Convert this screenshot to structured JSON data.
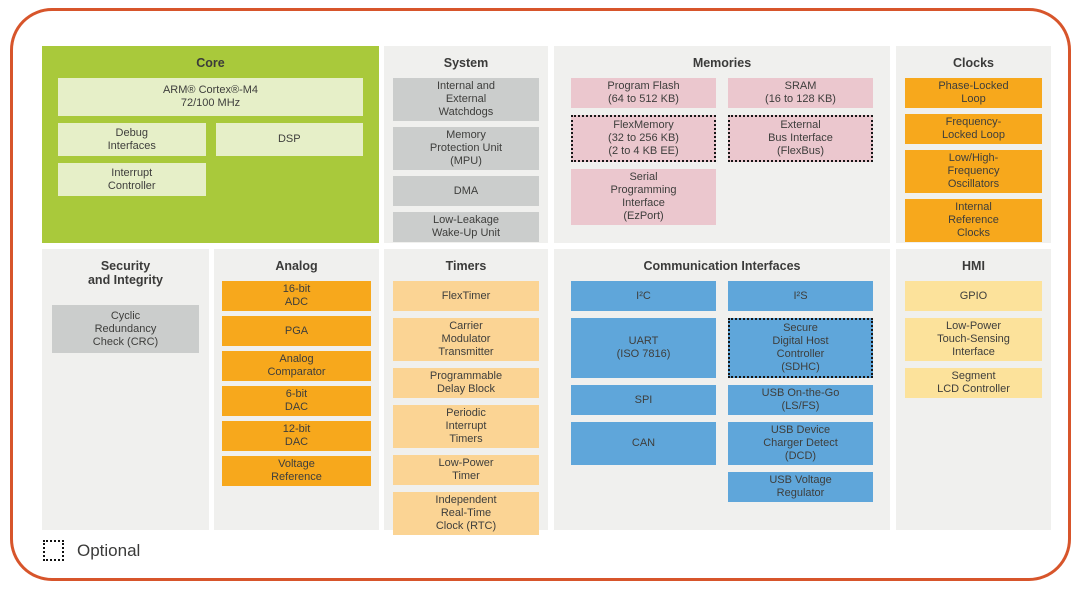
{
  "legend": {
    "label": "Optional"
  },
  "colors": {
    "frame_border": "#d7552b",
    "panel_background": "#f0f0ee",
    "core_panel": "#a9c93b",
    "core_block": "#e6efc8",
    "system_block": "#cbcdcc",
    "memories_block": "#ebc7ce",
    "clocks_block": "#f7a81c",
    "analog_block": "#f7a81c",
    "timers_block": "#fbd494",
    "communication_block": "#5fa6da",
    "hmi_block": "#fce29b",
    "security_block": "#cbcdcc",
    "text": "#3e3e3c"
  },
  "sections": {
    "core": {
      "title": "Core",
      "blocks": [
        {
          "label": "ARM® Cortex®-M4\n72/100 MHz"
        },
        {
          "label": "Debug\nInterfaces"
        },
        {
          "label": "DSP"
        },
        {
          "label": "Interrupt\nController"
        }
      ]
    },
    "system": {
      "title": "System",
      "blocks": [
        {
          "label": "Internal and\nExternal\nWatchdogs"
        },
        {
          "label": "Memory\nProtection Unit\n(MPU)"
        },
        {
          "label": "DMA"
        },
        {
          "label": "Low-Leakage\nWake-Up Unit"
        }
      ]
    },
    "memories": {
      "title": "Memories",
      "blocks": [
        {
          "label": "Program Flash\n(64 to 512 KB)"
        },
        {
          "label": "SRAM\n(16 to 128 KB)"
        },
        {
          "label": "FlexMemory\n(32 to 256 KB)\n(2 to 4 KB EE)",
          "optional": true
        },
        {
          "label": "External\nBus Interface\n(FlexBus)",
          "optional": true
        },
        {
          "label": "Serial\nProgramming\nInterface\n(EzPort)"
        }
      ]
    },
    "clocks": {
      "title": "Clocks",
      "blocks": [
        {
          "label": "Phase-Locked\nLoop"
        },
        {
          "label": "Frequency-\nLocked Loop"
        },
        {
          "label": "Low/High-\nFrequency\nOscillators"
        },
        {
          "label": "Internal\nReference\nClocks"
        }
      ]
    },
    "security": {
      "title": "Security\nand Integrity",
      "blocks": [
        {
          "label": "Cyclic\nRedundancy\nCheck (CRC)"
        }
      ]
    },
    "analog": {
      "title": "Analog",
      "blocks": [
        {
          "label": "16-bit\nADC"
        },
        {
          "label": "PGA"
        },
        {
          "label": "Analog\nComparator"
        },
        {
          "label": "6-bit\nDAC"
        },
        {
          "label": "12-bit\nDAC"
        },
        {
          "label": "Voltage\nReference"
        }
      ]
    },
    "timers": {
      "title": "Timers",
      "blocks": [
        {
          "label": "FlexTimer"
        },
        {
          "label": "Carrier\nModulator\nTransmitter"
        },
        {
          "label": "Programmable\nDelay Block"
        },
        {
          "label": "Periodic\nInterrupt\nTimers"
        },
        {
          "label": "Low-Power\nTimer"
        },
        {
          "label": "Independent\nReal-Time\nClock (RTC)"
        }
      ]
    },
    "communication": {
      "title": "Communication Interfaces",
      "blocks": [
        {
          "label": "I²C"
        },
        {
          "label": "I²S"
        },
        {
          "label": "UART\n(ISO 7816)"
        },
        {
          "label": "Secure\nDigital Host\nController\n(SDHC)",
          "optional": true
        },
        {
          "label": "SPI"
        },
        {
          "label": "USB On-the-Go\n(LS/FS)"
        },
        {
          "label": "CAN"
        },
        {
          "label": "USB Device\nCharger Detect\n(DCD)"
        },
        {
          "label": "USB Voltage\nRegulator"
        }
      ]
    },
    "hmi": {
      "title": "HMI",
      "blocks": [
        {
          "label": "GPIO"
        },
        {
          "label": "Low-Power\nTouch-Sensing\nInterface"
        },
        {
          "label": "Segment\nLCD Controller"
        }
      ]
    }
  }
}
